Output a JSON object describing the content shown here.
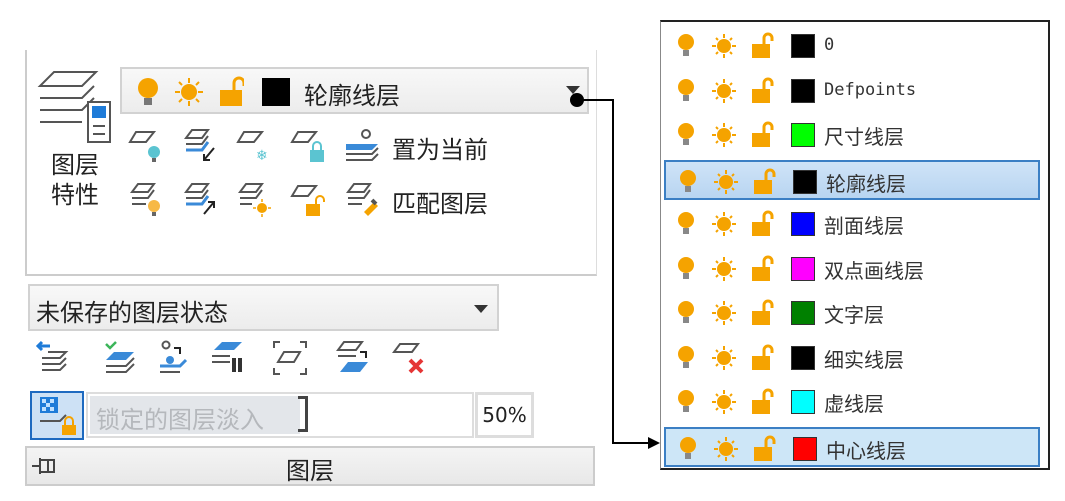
{
  "ribbon": {
    "layer_properties_label_line1": "图层",
    "layer_properties_label_line2": "特性",
    "current_layer": {
      "name": "轮廓线层",
      "color": "#000000"
    },
    "set_current_label": "置为当前",
    "match_layer_label": "匹配图层",
    "layer_state": "未保存的图层状态",
    "locked_fade_label": "锁定的图层淡入",
    "locked_fade_value": "50%",
    "panel_title": "图层"
  },
  "layer_list": [
    {
      "name": "0",
      "color": "#000000",
      "mono": true
    },
    {
      "name": "Defpoints",
      "color": "#000000",
      "mono": true
    },
    {
      "name": "尺寸线层",
      "color": "#00ff00"
    },
    {
      "name": "轮廓线层",
      "color": "#000000",
      "selected": true
    },
    {
      "name": "剖面线层",
      "color": "#0000ff"
    },
    {
      "name": "双点画线层",
      "color": "#ff00ff"
    },
    {
      "name": "文字层",
      "color": "#008000"
    },
    {
      "name": "细实线层",
      "color": "#000000"
    },
    {
      "name": "虚线层",
      "color": "#00ffff"
    },
    {
      "name": "中心线层",
      "color": "#ff0000",
      "hover": true
    }
  ],
  "colors": {
    "accent": "#3b7fc4",
    "icon_orange": "#f5a300"
  }
}
